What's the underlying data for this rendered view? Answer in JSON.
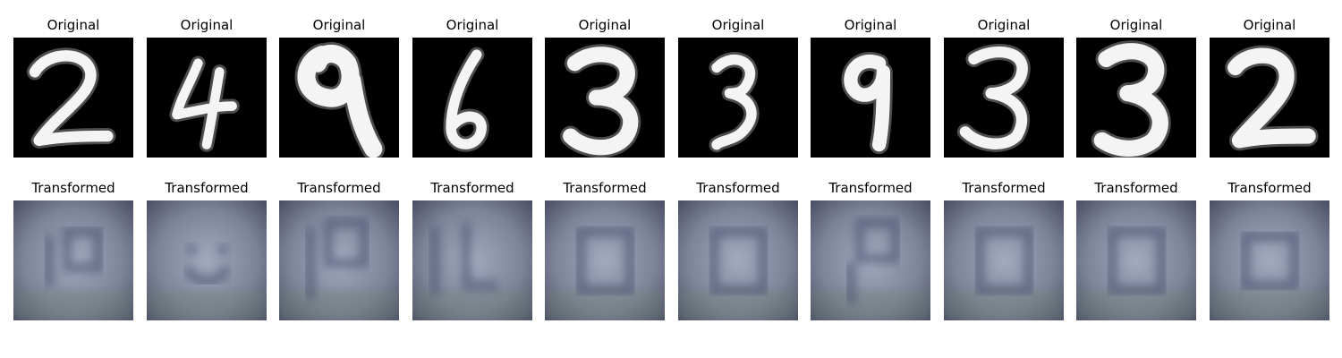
{
  "rows": {
    "original": {
      "title": "Original",
      "digits": [
        "2",
        "4",
        "9",
        "6",
        "3",
        "3",
        "9",
        "3",
        "3",
        "2"
      ]
    },
    "transformed": {
      "title": "Transformed",
      "palette": {
        "base": "#7d8398",
        "light": "#a3a9be",
        "dark": "#4a4f66",
        "green": "#6f8272",
        "blue": "#5c6aa0"
      }
    }
  }
}
